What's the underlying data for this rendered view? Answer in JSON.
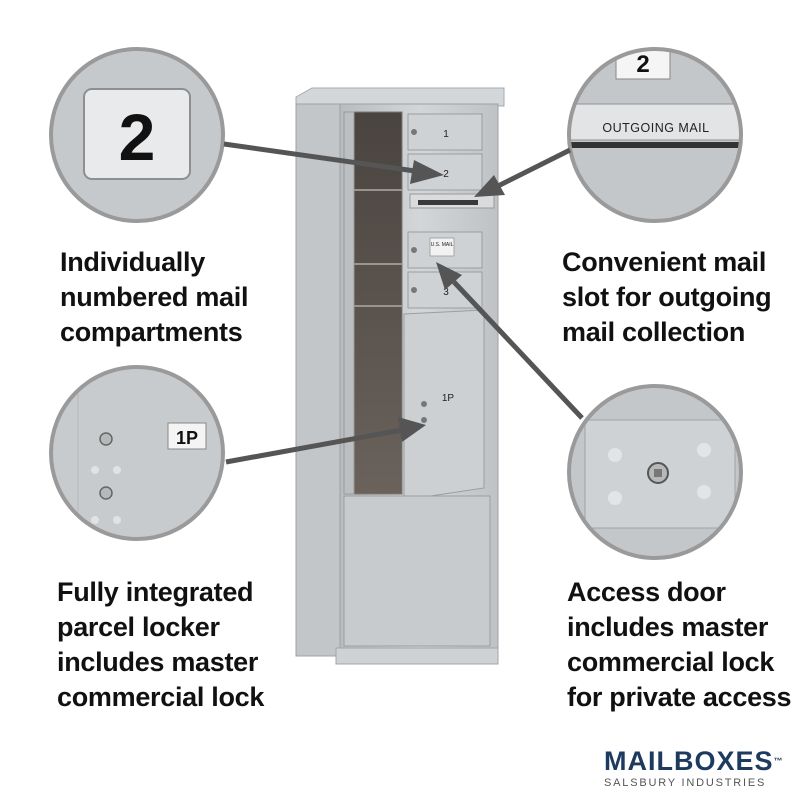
{
  "features": {
    "numbered": {
      "lines": [
        "Individually",
        "numbered mail",
        "compartments"
      ],
      "badge": "2"
    },
    "outgoing": {
      "lines": [
        "Convenient mail",
        "slot for outgoing",
        "mail collection"
      ],
      "label": "OUTGOING MAIL",
      "badge": "2"
    },
    "parcel": {
      "lines": [
        "Fully integrated",
        "parcel locker",
        "includes master",
        "commercial lock"
      ],
      "badge": "1P"
    },
    "access": {
      "lines": [
        "Access door",
        "includes master",
        "commercial lock",
        "for private access"
      ]
    }
  },
  "product": {
    "doors": [
      "1",
      "2",
      "3"
    ],
    "parcel_label": "1P",
    "usmail_label": "U.S. MAIL"
  },
  "brand": {
    "name": "MAILBOXES",
    "trademark": "™",
    "tagline": "SALSBURY INDUSTRIES"
  },
  "colors": {
    "metal": "#c9ccce",
    "arrow": "#555555",
    "brand": "#1f3a5f",
    "circle_border": "#9a9a9a"
  }
}
